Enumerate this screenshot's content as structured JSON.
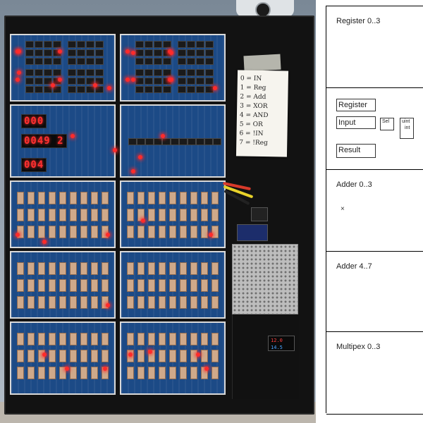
{
  "photo": {
    "note_lines": [
      "0 = IN",
      "1 = Reg",
      "2 = Add",
      "3 = XOR",
      "4 = AND",
      "5 = OR",
      "6 = !IN",
      "7 = !Reg"
    ],
    "displays": [
      "000",
      "0049 2",
      "004"
    ],
    "voltmeter": [
      "12.0",
      "14.5"
    ]
  },
  "diagram": {
    "panels": [
      {
        "label": "Register 0..3"
      },
      {
        "label": "",
        "boxes": {
          "register": "Register",
          "input": "Input",
          "sel": "Sel",
          "uint": "uint",
          "int": "int",
          "result": "Result"
        }
      },
      {
        "label": "Adder 0..3",
        "mark": "×"
      },
      {
        "label": "Adder 4..7"
      },
      {
        "label": "Multipex 0..3"
      }
    ]
  }
}
